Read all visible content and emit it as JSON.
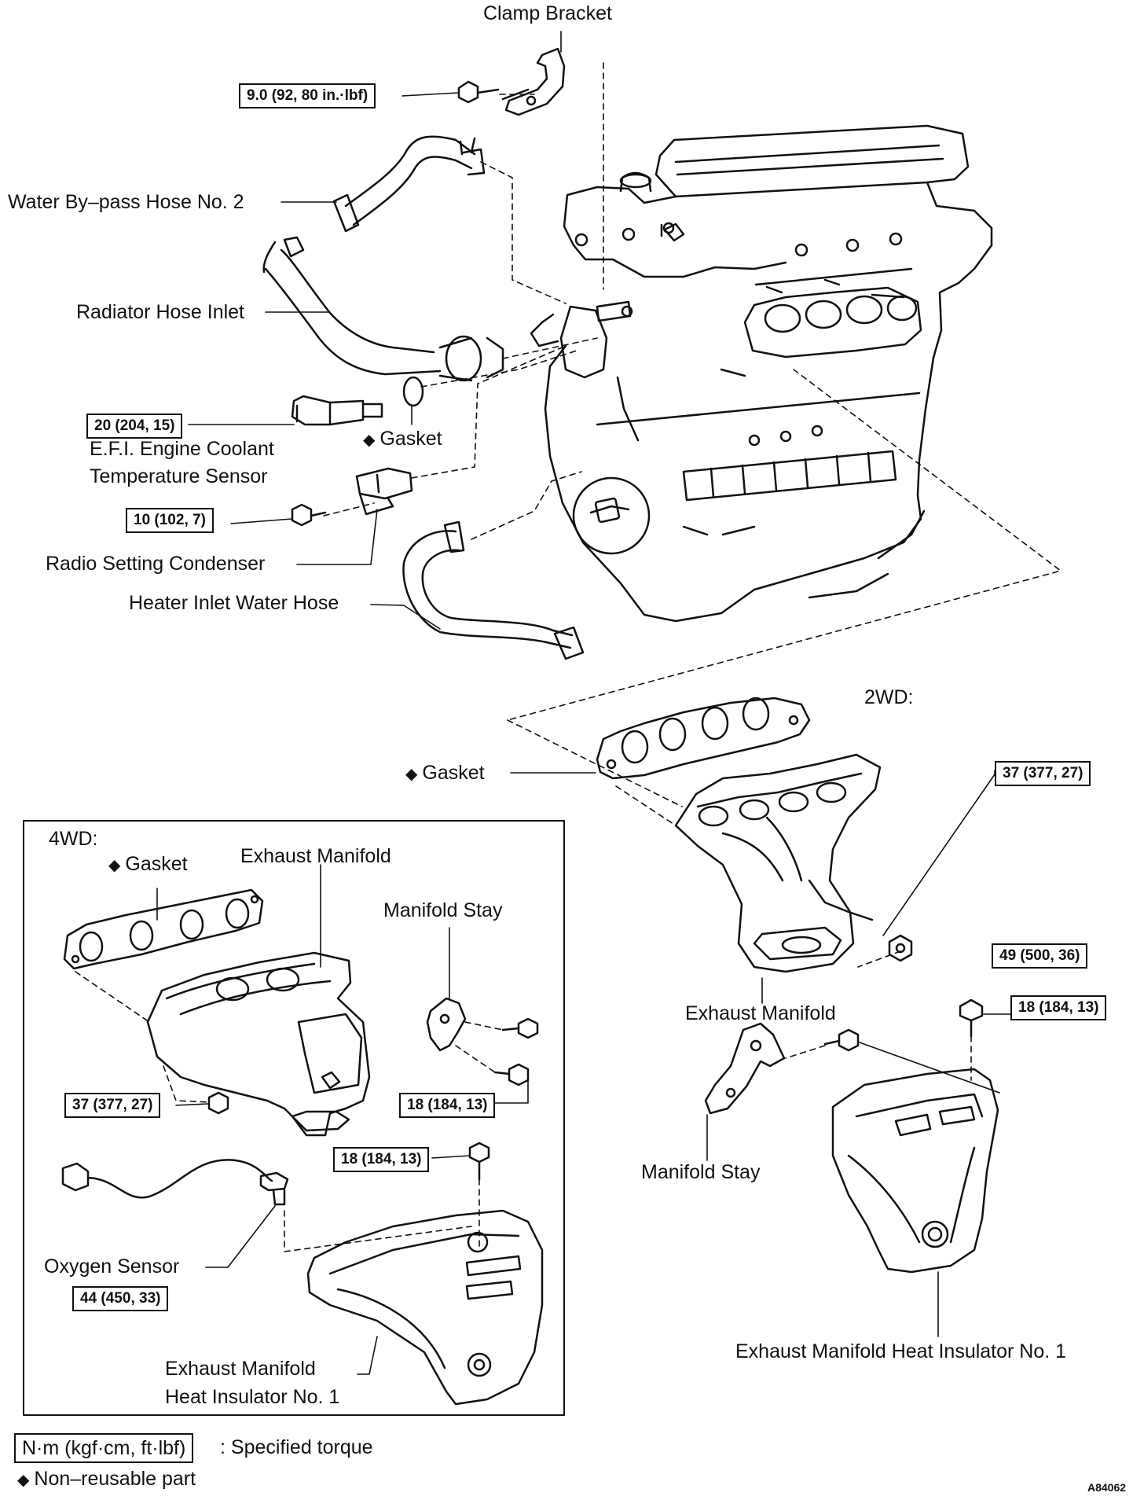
{
  "labels": {
    "clamp_bracket": "Clamp Bracket",
    "water_bypass_hose": "Water By–pass Hose No. 2",
    "radiator_hose_inlet": "Radiator Hose Inlet",
    "gasket": "Gasket",
    "efi_sensor_line1": "E.F.I. Engine Coolant",
    "efi_sensor_line2": "Temperature Sensor",
    "radio_setting_condenser": "Radio Setting Condenser",
    "heater_inlet_water_hose": "Heater Inlet Water Hose",
    "twowd": "2WD:",
    "fourwd": "4WD:",
    "exhaust_manifold": "Exhaust Manifold",
    "manifold_stay": "Manifold Stay",
    "oxygen_sensor": "Oxygen Sensor",
    "heat_insulator_line1": "Exhaust Manifold",
    "heat_insulator_line2": "Heat Insulator No. 1",
    "heat_insulator_full": "Exhaust Manifold Heat Insulator No. 1"
  },
  "torques": {
    "clamp_bolt": "9.0 (92, 80 in.·lbf)",
    "efi_sensor": "20 (204, 15)",
    "condenser_bolt": "10 (102, 7)",
    "nut_2wd": "37 (377, 27)",
    "stay_bolt_2wd": "49 (500, 36)",
    "insulator_bolt_2wd": "18 (184, 13)",
    "nut_4wd": "37 (377, 27)",
    "stay_bolts_4wd": "18 (184, 13)",
    "insulator_bolt_4wd": "18 (184, 13)",
    "oxygen_sensor": "44 (450, 33)"
  },
  "legend": {
    "torque_format": "N·m (kgf·cm, ft·lbf)",
    "torque_text": ": Specified torque",
    "nonreusable_text": "Non–reusable part"
  },
  "symbols": {
    "nonreusable": "◆"
  },
  "figure_code": "A84062"
}
